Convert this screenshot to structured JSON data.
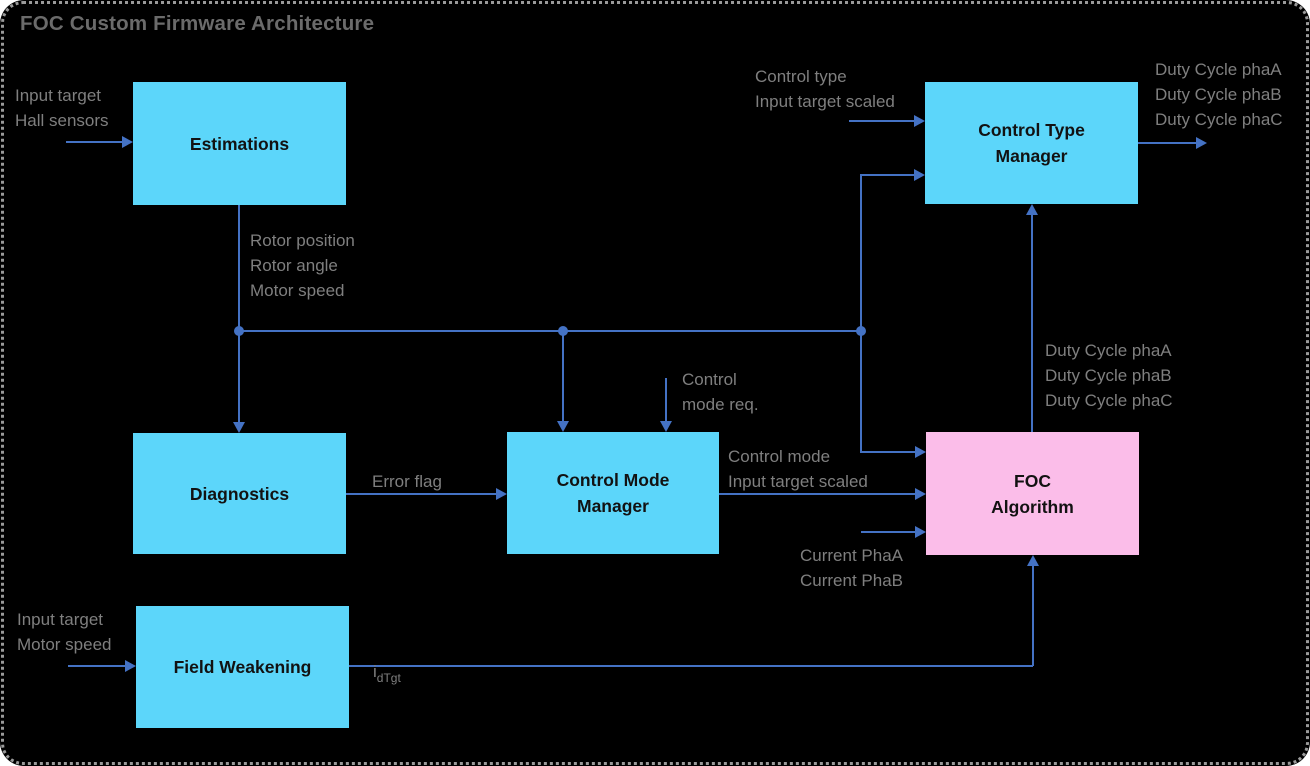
{
  "title": "FOC Custom Firmware Architecture",
  "colors": {
    "box_cyan": "#5CD6FA",
    "box_pink": "#FBBDE9",
    "arrow_blue": "#4472C4",
    "label_gray": "#7F7F7F",
    "title_gray": "#6B6B6B",
    "border_gray": "#9A9A9A",
    "background": "#000000"
  },
  "nodes": {
    "estimations": {
      "label": "Estimations"
    },
    "control_type_manager": {
      "label": "Control Type\nManager"
    },
    "diagnostics": {
      "label": "Diagnostics"
    },
    "control_mode_manager": {
      "label": "Control Mode\nManager"
    },
    "foc_algorithm": {
      "label": "FOC\nAlgorithm"
    },
    "field_weakening": {
      "label": "Field Weakening"
    }
  },
  "labels": {
    "estimations_inputs": "Input target\nHall sensors",
    "estimations_outputs": "Rotor position\nRotor angle\nMotor speed",
    "ctm_inputs": "Control type\nInput target scaled",
    "ctm_outputs": "Duty Cycle phaA\nDuty Cycle phaB\nDuty Cycle phaC",
    "control_mode_req": "Control\nmode req.",
    "error_flag": "Error flag",
    "cmm_outputs": "Control mode\nInput target scaled",
    "foc_current_inputs": "Current PhaA\nCurrent PhaB",
    "foc_duty_outputs": "Duty Cycle phaA\nDuty Cycle phaB\nDuty Cycle phaC",
    "fw_inputs": "Input target\nMotor speed",
    "fw_output_base": "i",
    "fw_output_sub": "dTgt"
  }
}
